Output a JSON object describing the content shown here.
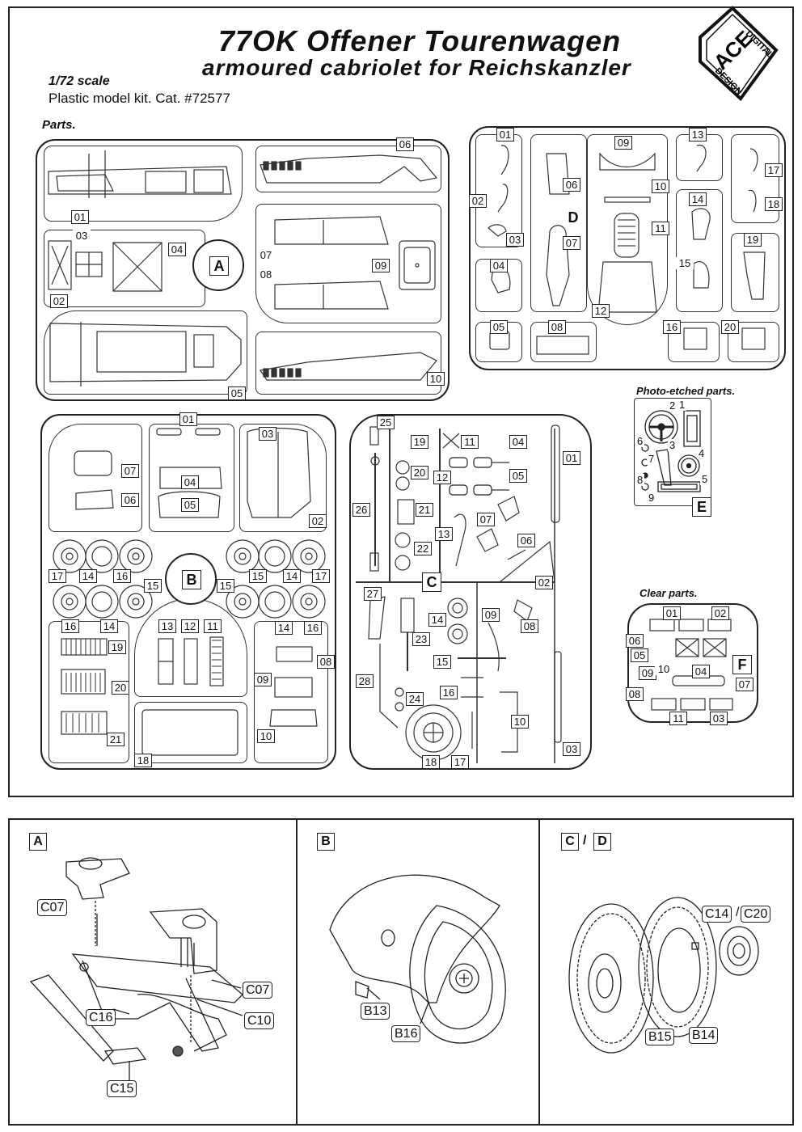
{
  "title": "77OK Offener Tourenwagen",
  "subtitle": "armoured cabriolet for Reichskanzler",
  "scale": "1/72 scale",
  "kit": "Plastic model kit. Cat. #72577",
  "logo": {
    "top": "DIGITAL",
    "middle": "ACE",
    "bottom": "DESIGN"
  },
  "headings": {
    "parts": "Parts.",
    "pe": "Photo-etched parts.",
    "clear": "Clear parts."
  },
  "sprues": {
    "A": {
      "letter": "A",
      "labels": [
        "01",
        "02",
        "03",
        "04",
        "05",
        "06",
        "07",
        "08",
        "09",
        "10"
      ]
    },
    "B": {
      "letter": "B",
      "labels": [
        "01",
        "02",
        "03",
        "04",
        "05",
        "06",
        "07",
        "08",
        "09",
        "10",
        "11",
        "12",
        "13",
        "14",
        "14",
        "14",
        "14",
        "15",
        "15",
        "15",
        "16",
        "16",
        "16",
        "17",
        "17",
        "18",
        "19",
        "20",
        "21"
      ]
    },
    "C": {
      "letter": "C",
      "labels": [
        "01",
        "02",
        "03",
        "04",
        "05",
        "06",
        "07",
        "08",
        "09",
        "10",
        "11",
        "12",
        "13",
        "14",
        "15",
        "16",
        "17",
        "18",
        "19",
        "20",
        "21",
        "22",
        "23",
        "24",
        "25",
        "26",
        "27",
        "28"
      ]
    },
    "D": {
      "letter": "D",
      "labels": [
        "01",
        "02",
        "03",
        "04",
        "05",
        "06",
        "07",
        "08",
        "09",
        "10",
        "11",
        "12",
        "13",
        "14",
        "15",
        "16",
        "17",
        "18",
        "19",
        "20"
      ]
    },
    "E": {
      "letter": "E",
      "labels": [
        "1",
        "2",
        "3",
        "4",
        "5",
        "6",
        "7",
        "8",
        "9"
      ]
    },
    "F": {
      "letter": "F",
      "labels": [
        "01",
        "02",
        "03",
        "04",
        "05",
        "06",
        "07",
        "08",
        "09",
        "10",
        "11"
      ]
    }
  },
  "steps": {
    "A": {
      "tag": "A",
      "callouts": [
        "C07",
        "C07",
        "C16",
        "C10",
        "C15"
      ]
    },
    "B": {
      "tag": "B",
      "callouts": [
        "B13",
        "B16"
      ]
    },
    "CD": {
      "tag1": "C",
      "slash": "/",
      "tag2": "D",
      "callouts": [
        "C14",
        "C20",
        "B15",
        "B14"
      ],
      "slash2": "/"
    }
  }
}
